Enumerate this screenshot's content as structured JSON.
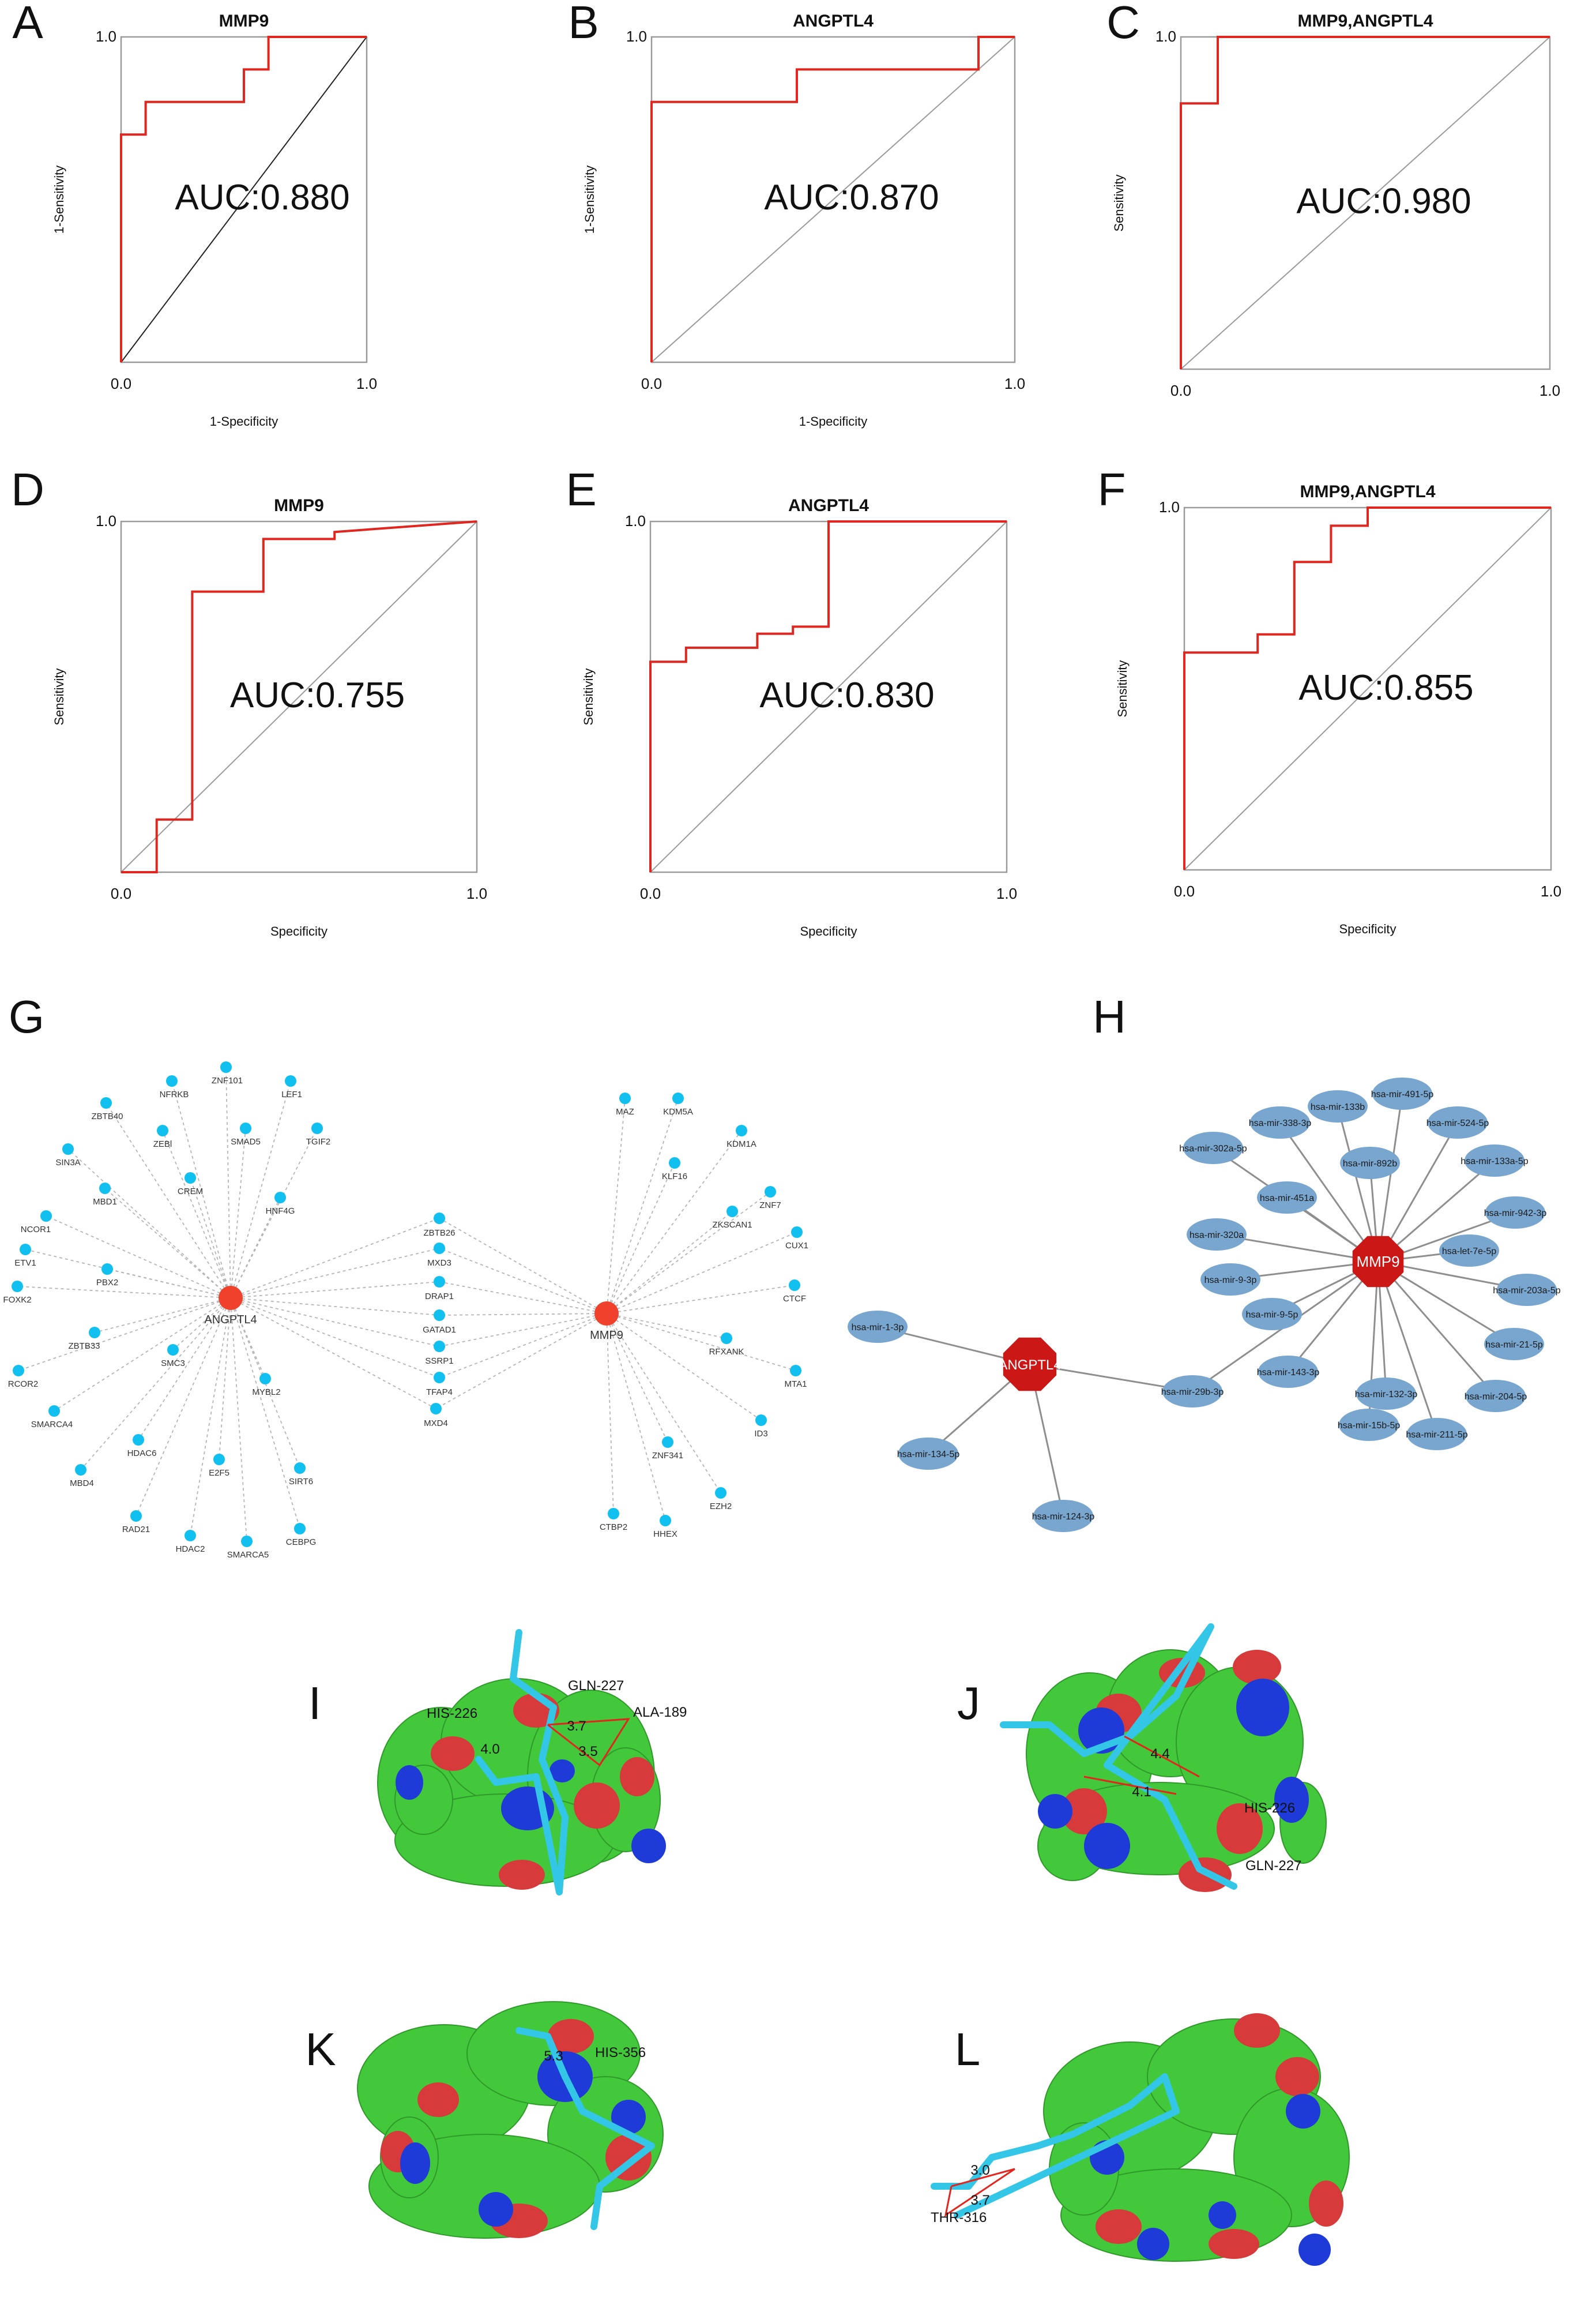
{
  "panel_letters": [
    "A",
    "B",
    "C",
    "D",
    "E",
    "F",
    "G",
    "H",
    "I",
    "J",
    "K",
    "L"
  ],
  "colors": {
    "roc_line": "#e0261e",
    "diagonal": "#9a9a9a",
    "axis": "#9a9a9a",
    "g_node": "#12c0ef",
    "g_hub": "#f0412c",
    "g_edge": "#b5b5b5",
    "h_node": "#79a6cf",
    "h_hub": "#cc1717",
    "h_edge": "#8e8e8e",
    "surface_green": "#42c83a",
    "surface_red": "#d63a3a",
    "surface_blue": "#1e3bd8",
    "ligand_cyan": "#33c6e6",
    "distance_line": "#e0261e"
  },
  "chart_data": [
    {
      "panel": "A",
      "type": "line",
      "title": "MMP9",
      "xlabel": "1-Specificity",
      "ylabel": "1-Sensitivity",
      "xlim": [
        0,
        1
      ],
      "ylim": [
        0,
        1
      ],
      "x_ticks": [
        "0.0",
        "1.0"
      ],
      "y_ticks": [
        "1.0"
      ],
      "annotation": "AUC:0.880",
      "grid": false,
      "points": [
        [
          0,
          0
        ],
        [
          0,
          0.7
        ],
        [
          0.1,
          0.7
        ],
        [
          0.1,
          0.8
        ],
        [
          0.5,
          0.8
        ],
        [
          0.5,
          0.9
        ],
        [
          0.6,
          0.9
        ],
        [
          0.6,
          1.0
        ],
        [
          1.0,
          1.0
        ]
      ]
    },
    {
      "panel": "B",
      "type": "line",
      "title": "ANGPTL4",
      "xlabel": "1-Specificity",
      "ylabel": "1-Sensitivity",
      "xlim": [
        0,
        1
      ],
      "ylim": [
        0,
        1
      ],
      "x_ticks": [
        "0.0",
        "1.0"
      ],
      "y_ticks": [
        "1.0"
      ],
      "annotation": "AUC:0.870",
      "grid": false,
      "points": [
        [
          0,
          0
        ],
        [
          0,
          0.8
        ],
        [
          0.4,
          0.8
        ],
        [
          0.4,
          0.9
        ],
        [
          0.9,
          0.9
        ],
        [
          0.9,
          1.0
        ],
        [
          1.0,
          1.0
        ]
      ]
    },
    {
      "panel": "C",
      "type": "line",
      "title": "MMP9,ANGPTL4",
      "xlabel": "",
      "ylabel": "Sensitivity",
      "xlim": [
        0,
        1
      ],
      "ylim": [
        0,
        1
      ],
      "x_ticks": [
        "0.0",
        "1.0"
      ],
      "y_ticks": [
        "1.0"
      ],
      "annotation": "AUC:0.980",
      "grid": false,
      "points": [
        [
          0,
          0
        ],
        [
          0,
          0.8
        ],
        [
          0.1,
          0.8
        ],
        [
          0.1,
          1.0
        ],
        [
          1.0,
          1.0
        ]
      ]
    },
    {
      "panel": "D",
      "type": "line",
      "title": "MMP9",
      "xlabel": "Specificity",
      "ylabel": "Sensitivity",
      "xlim": [
        0,
        1
      ],
      "ylim": [
        0,
        1
      ],
      "x_ticks": [
        "0.0",
        "1.0"
      ],
      "y_ticks": [
        "1.0"
      ],
      "annotation": "AUC:0.755",
      "grid": false,
      "points": [
        [
          0,
          0
        ],
        [
          0.1,
          0
        ],
        [
          0.1,
          0.15
        ],
        [
          0.2,
          0.15
        ],
        [
          0.2,
          0.8
        ],
        [
          0.4,
          0.8
        ],
        [
          0.4,
          0.95
        ],
        [
          0.6,
          0.95
        ],
        [
          0.6,
          0.97
        ],
        [
          1.0,
          1.0
        ]
      ]
    },
    {
      "panel": "E",
      "type": "line",
      "title": "ANGPTL4",
      "xlabel": "Specificity",
      "ylabel": "Sensitivity",
      "xlim": [
        0,
        1
      ],
      "ylim": [
        0,
        1
      ],
      "x_ticks": [
        "0.0",
        "1.0"
      ],
      "y_ticks": [
        "1.0"
      ],
      "annotation": "AUC:0.830",
      "grid": false,
      "points": [
        [
          0,
          0
        ],
        [
          0,
          0.6
        ],
        [
          0.1,
          0.6
        ],
        [
          0.1,
          0.64
        ],
        [
          0.3,
          0.64
        ],
        [
          0.3,
          0.68
        ],
        [
          0.4,
          0.68
        ],
        [
          0.4,
          0.7
        ],
        [
          0.5,
          0.7
        ],
        [
          0.5,
          1.0
        ],
        [
          1.0,
          1.0
        ]
      ]
    },
    {
      "panel": "F",
      "type": "line",
      "title": "MMP9,ANGPTL4",
      "xlabel": "Specificity",
      "ylabel": "Sensitivity",
      "xlim": [
        0,
        1
      ],
      "ylim": [
        0,
        1
      ],
      "x_ticks": [
        "0.0",
        "1.0"
      ],
      "y_ticks": [
        "1.0"
      ],
      "annotation": "AUC:0.855",
      "grid": false,
      "points": [
        [
          0,
          0
        ],
        [
          0,
          0.6
        ],
        [
          0.2,
          0.6
        ],
        [
          0.2,
          0.65
        ],
        [
          0.3,
          0.65
        ],
        [
          0.3,
          0.85
        ],
        [
          0.4,
          0.85
        ],
        [
          0.4,
          0.95
        ],
        [
          0.5,
          0.95
        ],
        [
          0.5,
          1.0
        ],
        [
          1.0,
          1.0
        ]
      ]
    }
  ],
  "network_g": {
    "hubs": [
      "ANGPTL4",
      "MMP9"
    ],
    "angptl4_targets": [
      "ZNF101",
      "NFRKB",
      "LEF1",
      "ZBTB40",
      "TGIF2",
      "SIN3A",
      "SMAD5",
      "ZEBl",
      "CREM",
      "MBD1",
      "HNF4G",
      "NCOR1",
      "ETV1",
      "PBX2",
      "FOXK2",
      "ZBTB33",
      "RCOR2",
      "SMC3",
      "SMARCA4",
      "MYBL2",
      "HDAC6",
      "MBD4",
      "E2F5",
      "SIRT6",
      "RAD21",
      "HDAC2",
      "SMARCA5",
      "CEBPG"
    ],
    "shared_targets": [
      "ZBTB26",
      "MXD3",
      "DRAP1",
      "GATAD1",
      "SSRP1",
      "TFAP4",
      "MXD4"
    ],
    "mmp9_targets": [
      "MAZ",
      "KDM5A",
      "KDM1A",
      "KLF16",
      "ZNF7",
      "ZKSCAN1",
      "CUX1",
      "CTCF",
      "RFXANK",
      "MTA1",
      "ID3",
      "ZNF341",
      "EZH2",
      "CTBP2",
      "HHEX"
    ]
  },
  "network_h": {
    "hubs": [
      "MMP9",
      "ANGPTL4"
    ],
    "mmp9_mirnas": [
      "hsa-mir-491-5p",
      "hsa-mir-133b",
      "hsa-mir-338-3p",
      "hsa-mir-524-5p",
      "hsa-mir-302a-5p",
      "hsa-mir-892b",
      "hsa-mir-133a-5p",
      "hsa-mir-451a",
      "hsa-mir-942-3p",
      "hsa-mir-320a",
      "hsa-let-7e-5p",
      "hsa-mir-9-3p",
      "hsa-mir-203a-5p",
      "hsa-mir-9-5p",
      "hsa-mir-21-5p",
      "hsa-mir-143-3p",
      "hsa-mir-132-3p",
      "hsa-mir-204-5p",
      "hsa-mir-15b-5p",
      "hsa-mir-211-5p"
    ],
    "shared_mirna": "hsa-mir-29b-3p",
    "angptl4_mirnas": [
      "hsa-mir-1-3p",
      "hsa-mir-134-5p",
      "hsa-mir-124-3p"
    ]
  },
  "docking": [
    {
      "panel": "I",
      "residues": [
        "GLN-227",
        "HIS-226",
        "ALA-189"
      ],
      "distances": [
        "3.7",
        "4.0",
        "3.5"
      ]
    },
    {
      "panel": "J",
      "residues": [
        "HIS-226",
        "GLN-227"
      ],
      "distances": [
        "4.4",
        "4.1"
      ]
    },
    {
      "panel": "K",
      "residues": [
        "HIS-356"
      ],
      "distances": [
        "5.3"
      ]
    },
    {
      "panel": "L",
      "residues": [
        "THR-316"
      ],
      "distances": [
        "3.0",
        "3.7"
      ]
    }
  ]
}
